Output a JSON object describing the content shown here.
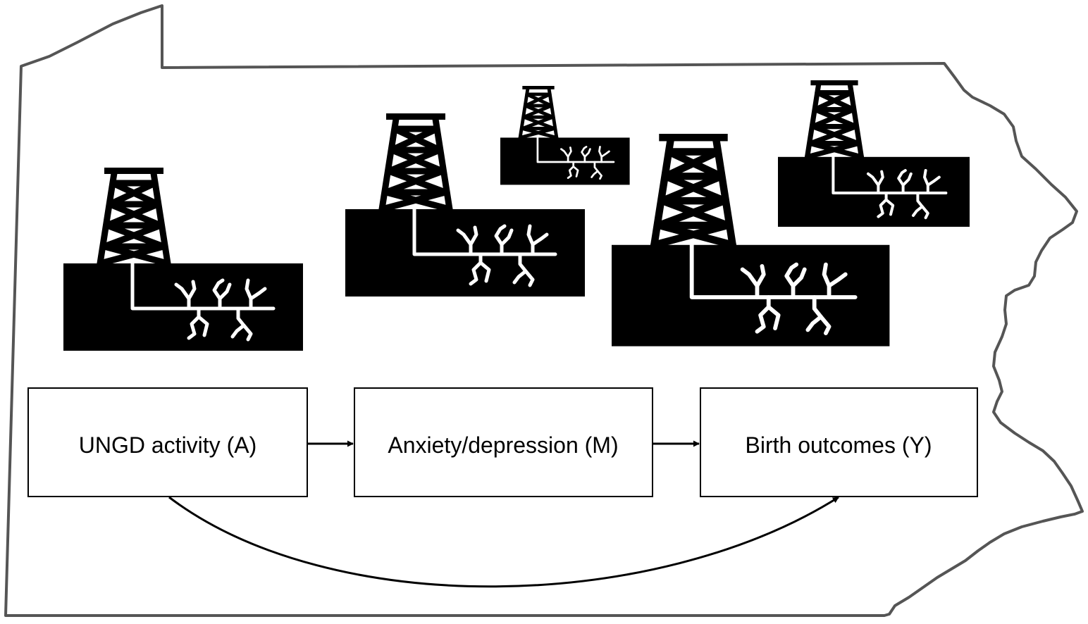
{
  "diagram": {
    "region": "Pennsylvania",
    "icon": "gas-well-derrick-icon",
    "well_count": 5,
    "nodes": [
      {
        "id": "A",
        "label": "UNGD activity (A)"
      },
      {
        "id": "M",
        "label": "Anxiety/depression (M)"
      },
      {
        "id": "Y",
        "label": "Birth outcomes (Y)"
      }
    ],
    "edges": [
      {
        "from": "A",
        "to": "M",
        "style": "straight"
      },
      {
        "from": "M",
        "to": "Y",
        "style": "straight"
      },
      {
        "from": "A",
        "to": "Y",
        "style": "curved"
      }
    ],
    "colors": {
      "ink": "#000000",
      "outline": "#555555",
      "background": "#ffffff"
    }
  }
}
